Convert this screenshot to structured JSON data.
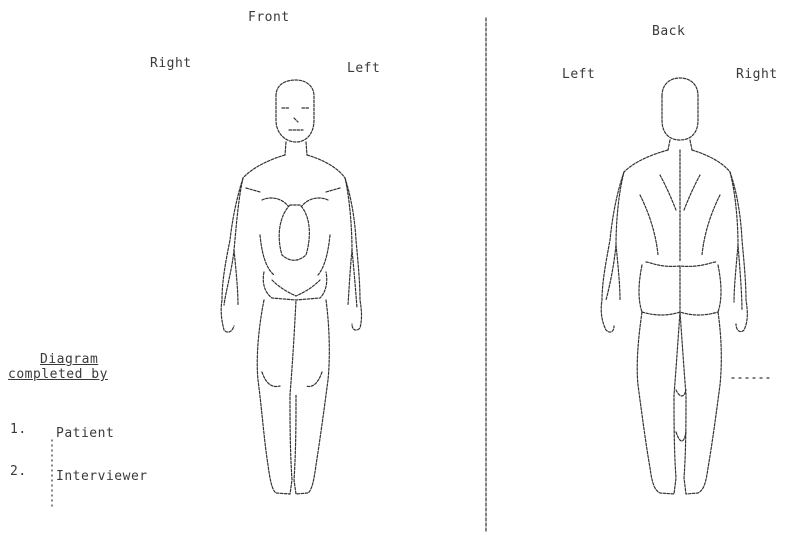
{
  "front": {
    "title": "Front",
    "right_label": "Right",
    "left_label": "Left"
  },
  "back": {
    "title": "Back",
    "left_label": "Left",
    "right_label": "Right"
  },
  "completed_by": {
    "heading_line1": "Diagram",
    "heading_line2": "completed by",
    "options": [
      {
        "number": "1.",
        "label": "Patient"
      },
      {
        "number": "2.",
        "label": "Interviewer"
      }
    ]
  }
}
